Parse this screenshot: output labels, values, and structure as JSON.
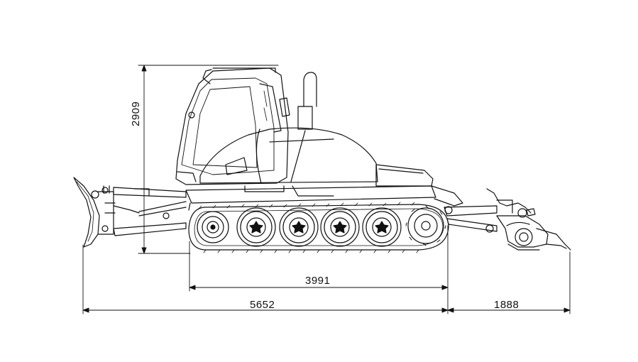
{
  "dimensions": {
    "height": "2909",
    "track_length": "3991",
    "overall_front": "5652",
    "rear_tiller": "1888"
  }
}
